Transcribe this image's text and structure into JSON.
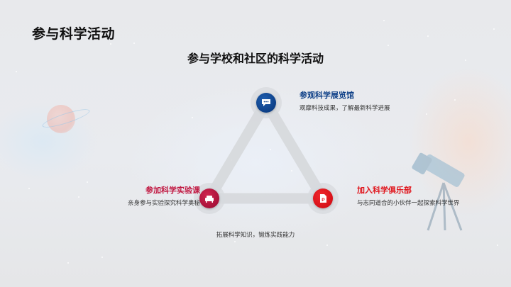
{
  "slide": {
    "title": "参与科学活动",
    "subtitle": "参与学校和社区的科学活动",
    "colors": {
      "blue": "#0d3f87",
      "crimson": "#c0153f",
      "red": "#e0141b",
      "triangle_stroke": "#d6d8dc",
      "background": "#e6e7ea"
    },
    "nodes": [
      {
        "position": "top",
        "icon": "chat-bubble-icon",
        "title": "参观科学展览馆",
        "description": "观摩科技成果，了解最新科学进展"
      },
      {
        "position": "bottom-left",
        "icon": "sofa-icon",
        "title": "参加科学实验课",
        "description": "亲身参与实验探究科学奥秘"
      },
      {
        "position": "bottom-right",
        "icon": "ppt-file-icon",
        "title": "加入科学俱乐部",
        "description": "与志同道合的小伙伴一起探索科学世界"
      }
    ],
    "bottom_note": "拓展科学知识，锻炼实践能力"
  }
}
